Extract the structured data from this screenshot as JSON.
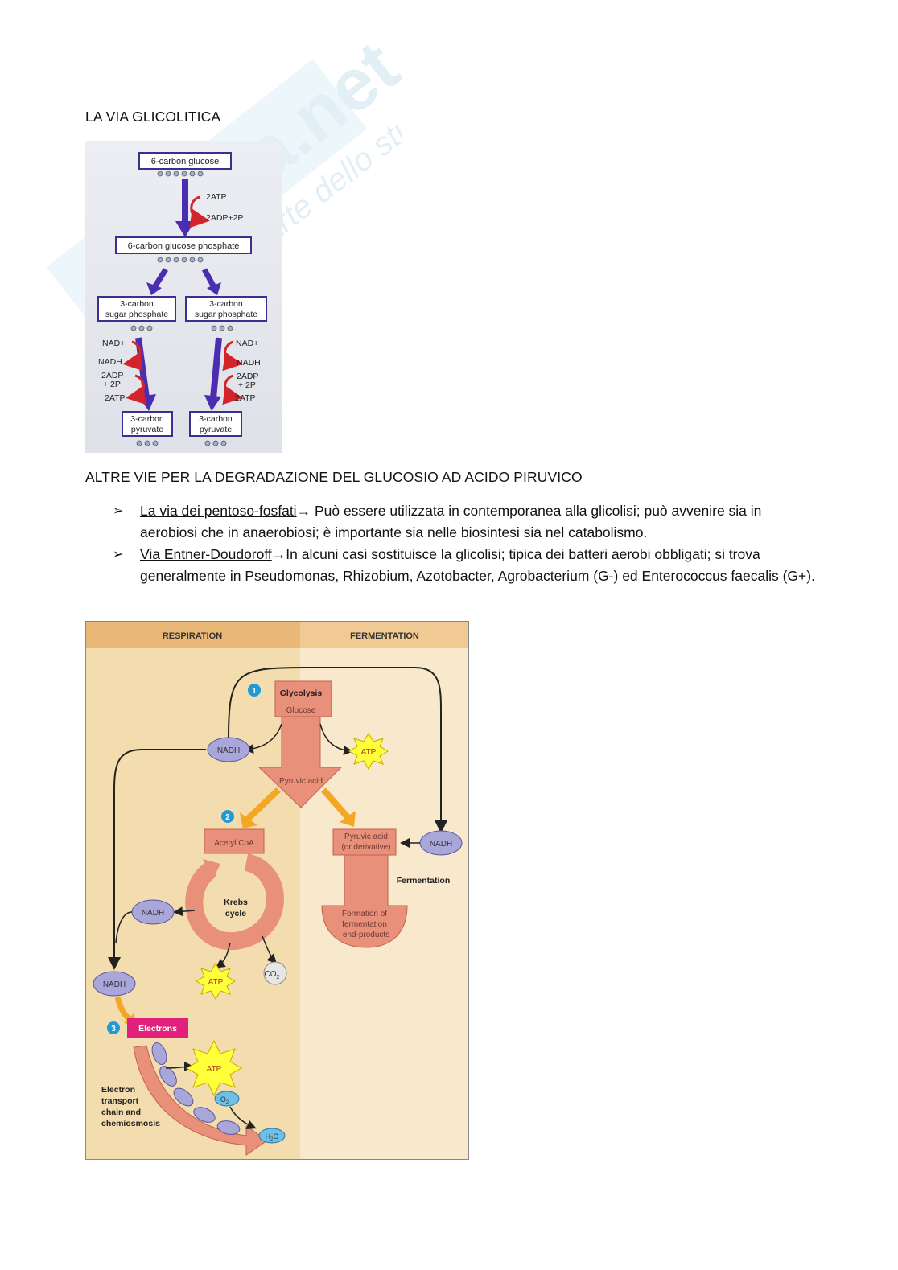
{
  "watermark": {
    "text_main": "Skuola.net",
    "text_sub": "dalla parte dello studente"
  },
  "heading_1": "LA VIA GLICOLITICA",
  "figure_1": {
    "glucose": "6-carbon glucose",
    "atp_in": "2ATP",
    "adp_out": "2ADP+2P",
    "glucose_phosphate": "6-carbon glucose phosphate",
    "sugar_phosphate_line1": "3-carbon",
    "sugar_phosphate_line2": "sugar phosphate",
    "nad": "NAD+",
    "nadh": "NADH",
    "adp_line1": "2ADP",
    "adp_line2": "+ 2P",
    "atp": "2ATP",
    "pyruvate_line1": "3-carbon",
    "pyruvate_line2": "pyruvate"
  },
  "heading_2": "ALTRE VIE PER LA DEGRADAZIONE DEL GLUCOSIO AD ACIDO PIRUVICO",
  "bullets": [
    {
      "term": "La via dei pentoso-fosfati",
      "arrow": "→",
      "text": " Può essere utilizzata in contemporanea alla glicolisi; può avvenire sia in aerobiosi che in anaerobiosi; è importante sia nelle biosintesi sia nel catabolismo."
    },
    {
      "term": "Via Entner-Doudoroff",
      "arrow": "→",
      "text": "In alcuni casi sostituisce la glicolisi; tipica dei batteri aerobi obbligati; si trova generalmente in Pseudomonas, Rhizobium, Azotobacter, Agrobacterium (G-) ed Enterococcus faecalis (G+)."
    }
  ],
  "figure_2": {
    "respiration": "RESPIRATION",
    "fermentation_header": "FERMENTATION",
    "step1": "1",
    "step2": "2",
    "step3": "3",
    "glycolysis": "Glycolysis",
    "glucose": "Glucose",
    "pyruvic_acid": "Pyruvic acid",
    "nadh": "NADH",
    "atp": "ATP",
    "acetyl_coa": "Acetyl CoA",
    "krebs_line1": "Krebs",
    "krebs_line2": "cycle",
    "co2": "CO",
    "co2_sub": "2",
    "pyruvic_derivative_line1": "Pyruvic acid",
    "pyruvic_derivative_line2": "(or derivative)",
    "fermentation_label": "Fermentation",
    "formation_line1": "Formation of",
    "formation_line2": "fermentation",
    "formation_line3": "end-products",
    "electrons": "Electrons",
    "etc_line1": "Electron",
    "etc_line2": "transport",
    "etc_line3": "chain and",
    "etc_line4": "chemiosmosis",
    "o2": "O",
    "o2_sub": "2",
    "h2o_h": "H",
    "h2o_sub": "2",
    "h2o_o": "O"
  }
}
